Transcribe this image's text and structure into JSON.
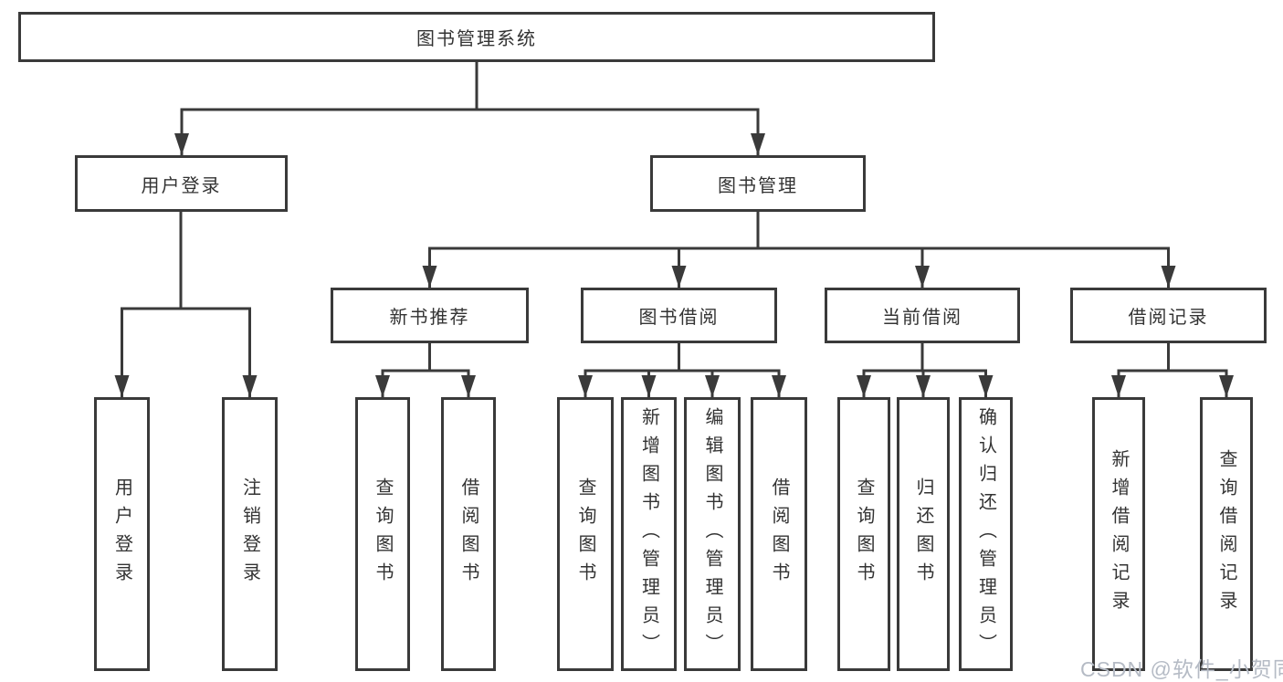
{
  "diagram": {
    "root": {
      "label": "图书管理系统",
      "children": [
        {
          "label": "用户登录",
          "children": [
            {
              "label": "用户登录"
            },
            {
              "label": "注销登录"
            }
          ]
        },
        {
          "label": "图书管理",
          "children": [
            {
              "label": "新书推荐",
              "children": [
                {
                  "label": "查询图书"
                },
                {
                  "label": "借阅图书"
                }
              ]
            },
            {
              "label": "图书借阅",
              "children": [
                {
                  "label": "查询图书"
                },
                {
                  "label": "新增图书（管理员）"
                },
                {
                  "label": "编辑图书（管理员）"
                },
                {
                  "label": "借阅图书"
                }
              ]
            },
            {
              "label": "当前借阅",
              "children": [
                {
                  "label": "查询图书"
                },
                {
                  "label": "归还图书"
                },
                {
                  "label": "确认归还（管理员）"
                }
              ]
            },
            {
              "label": "借阅记录",
              "children": [
                {
                  "label": "新增借阅记录"
                },
                {
                  "label": "查询借阅记录"
                }
              ]
            }
          ]
        }
      ]
    }
  },
  "watermark": {
    "text": "CSDN @软件_小贺同学"
  },
  "colors": {
    "line": "#3a3a3a",
    "box_border": "#3a3a3a",
    "box_fill": "#ffffff",
    "text": "#333333",
    "background": "#ffffff",
    "watermark": "#b5bbc5"
  }
}
